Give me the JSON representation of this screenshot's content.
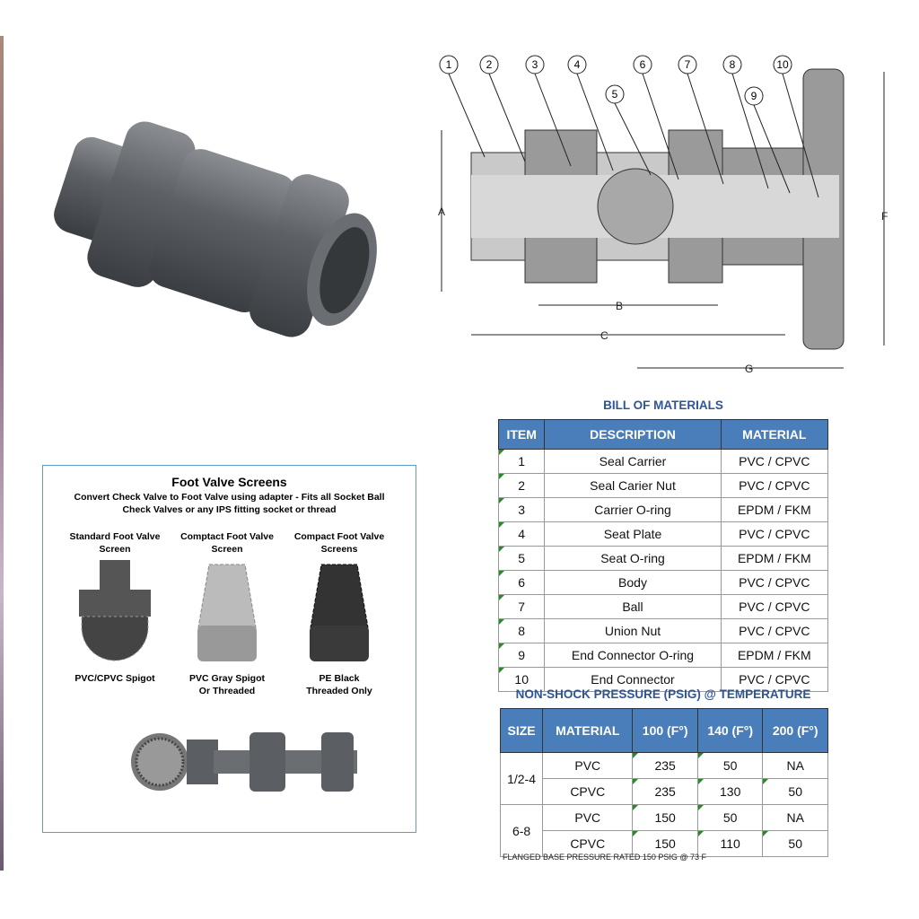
{
  "diagram": {
    "callouts": [
      "1",
      "2",
      "3",
      "4",
      "5",
      "6",
      "7",
      "8",
      "9",
      "10"
    ],
    "dimensions": [
      "A",
      "B",
      "C",
      "F",
      "G"
    ]
  },
  "bom": {
    "title": "BILL OF MATERIALS",
    "headers": [
      "ITEM",
      "DESCRIPTION",
      "MATERIAL"
    ],
    "rows": [
      [
        "1",
        "Seal Carrier",
        "PVC / CPVC"
      ],
      [
        "2",
        "Seal Carier Nut",
        "PVC / CPVC"
      ],
      [
        "3",
        "Carrier O-ring",
        "EPDM / FKM"
      ],
      [
        "4",
        "Seat Plate",
        "PVC / CPVC"
      ],
      [
        "5",
        "Seat O-ring",
        "EPDM / FKM"
      ],
      [
        "6",
        "Body",
        "PVC / CPVC"
      ],
      [
        "7",
        "Ball",
        "PVC / CPVC"
      ],
      [
        "8",
        "Union Nut",
        "PVC / CPVC"
      ],
      [
        "9",
        "End Connector O-ring",
        "EPDM / FKM"
      ],
      [
        "10",
        "End Connector",
        "PVC / CPVC"
      ]
    ]
  },
  "pressure": {
    "title": "NON-SHOCK PRESSURE (PSIG) @ TEMPERATURE",
    "headers": [
      "SIZE",
      "MATERIAL",
      "100 (F°)",
      "140 (F°)",
      "200 (F°)"
    ],
    "groups": [
      {
        "size": "1/2-4",
        "rows": [
          [
            "PVC",
            "235",
            "50",
            "NA"
          ],
          [
            "CPVC",
            "235",
            "130",
            "50"
          ]
        ]
      },
      {
        "size": "6-8",
        "rows": [
          [
            "PVC",
            "150",
            "50",
            "NA"
          ],
          [
            "CPVC",
            "150",
            "110",
            "50"
          ]
        ]
      }
    ],
    "note": "FLANGED BASE PRESSURE RATED 150 PSIG @ 73 F"
  },
  "foot_valve": {
    "title": "Foot Valve Screens",
    "subtitle_1": "Convert Check Valve to Foot Valve using adapter - Fits all Socket Ball",
    "subtitle_2": "Check Valves or any IPS fitting socket or thread",
    "items": [
      {
        "name_1": "Standard Foot Valve",
        "name_2": "Screen",
        "caption_1": "PVC/CPVC Spigot",
        "caption_2": ""
      },
      {
        "name_1": "Comptact Foot Valve",
        "name_2": "Screen",
        "caption_1": "PVC Gray Spigot",
        "caption_2": "Or Threaded"
      },
      {
        "name_1": "Compact Foot Valve",
        "name_2": "Screens",
        "caption_1": "PE Black",
        "caption_2": "Threaded Only"
      }
    ]
  }
}
